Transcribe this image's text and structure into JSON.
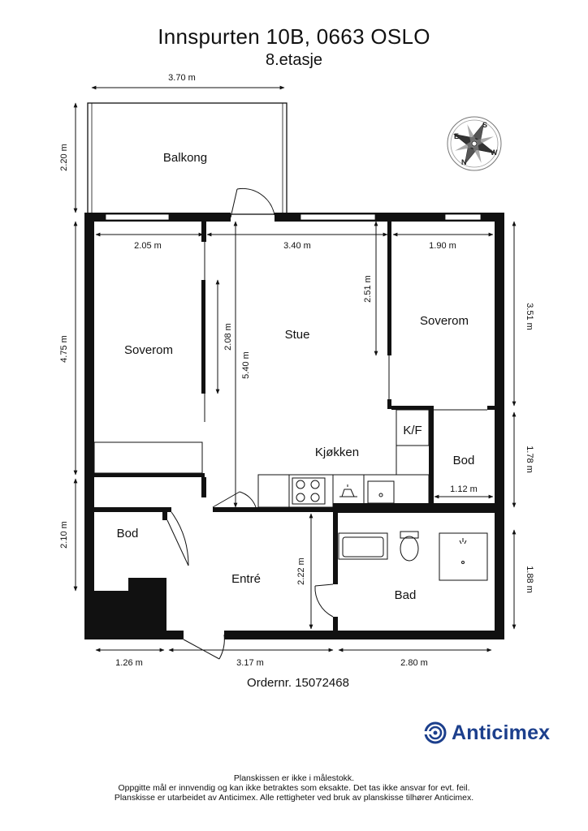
{
  "header": {
    "address": "Innspurten 10B, 0663 OSLO",
    "floor": "8.etasje"
  },
  "rooms": {
    "balcony": "Balkong",
    "bedroom_left": "Soverom",
    "living": "Stue",
    "bedroom_right": "Soverom",
    "kf": "K/F",
    "kitchen": "Kjøkken",
    "storage_right": "Bod",
    "storage_left": "Bod",
    "entry": "Entré",
    "bath": "Bad"
  },
  "dimensions": {
    "balcony_width": "3.70 m",
    "balcony_depth": "2.20 m",
    "bedroom_left_width": "2.05 m",
    "living_width": "3.40 m",
    "bedroom_right_width": "1.90 m",
    "bedroom_right_depth": "3.51 m",
    "left_height": "4.75 m",
    "wardrobe": "2.08 m",
    "living_depth": "5.40 m",
    "window_section": "2.51 m",
    "storage_right_height": "1.78 m",
    "storage_right_width": "1.12 m",
    "storage_left_height": "2.10 m",
    "entry_depth": "2.22 m",
    "bath_height": "1.88 m",
    "bottom_left": "1.26 m",
    "bottom_middle": "3.17 m",
    "bottom_right": "2.80 m"
  },
  "compass": {
    "letters": [
      "S",
      "E",
      "N",
      "W"
    ]
  },
  "order": "Ordernr. 15072468",
  "logo": {
    "wordmark": "Anticimex",
    "color": "#1c3f8c"
  },
  "footer": {
    "line1": "Planskissen er ikke i målestokk.",
    "line2": "Oppgitte mål er innvendig og kan ikke betraktes som eksakte. Det tas ikke ansvar for evt. feil.",
    "line3": "Planskisse er utarbeidet av Anticimex. Alle rettigheter ved bruk av planskisse tilhører Anticimex."
  }
}
